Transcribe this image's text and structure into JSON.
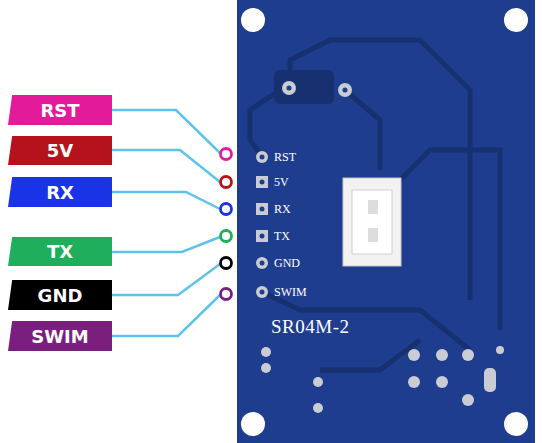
{
  "diagram": {
    "nodes": [
      {
        "text": [
          "RST"
        ]
      },
      {
        "text": [
          "5V"
        ]
      },
      {
        "text": [
          "RX"
        ]
      },
      {
        "text": [
          "TX"
        ]
      },
      {
        "text": [
          "GND"
        ]
      },
      {
        "text": [
          "SWIM"
        ]
      }
    ],
    "labels": [
      "RST",
      "5V",
      "RX",
      "TX",
      "GND",
      "SWIM",
      "SR04M-2"
    ]
  }
}
